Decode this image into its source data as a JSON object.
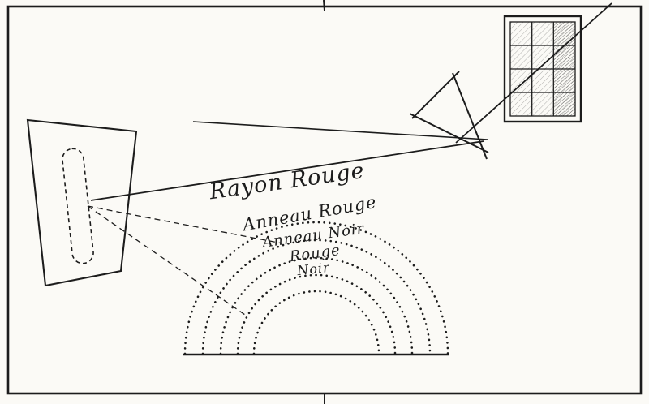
{
  "diagram": {
    "labels": {
      "rayon_rouge": "Rayon Rouge",
      "anneau_rouge": "Anneau Rouge",
      "anneau_noir": "Anneau Noir",
      "rouge": "Rouge",
      "noir": "Noir"
    },
    "colors": {
      "ink": "#1c1c1c",
      "paper": "#fbfaf6"
    }
  }
}
